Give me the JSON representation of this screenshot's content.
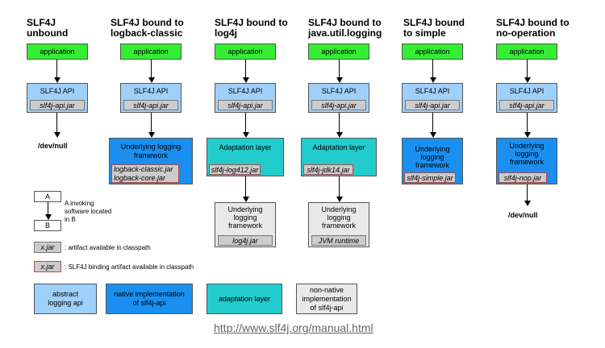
{
  "columns": [
    {
      "title1": "SLF4J",
      "title2": "unbound",
      "app": "application",
      "api": "SLF4J API",
      "api_jar": "slf4j-api.jar",
      "devnull": "/dev/null"
    },
    {
      "title1": "SLF4J bound to",
      "title2": "logback-classic",
      "app": "application",
      "api": "SLF4J API",
      "api_jar": "slf4j-api.jar",
      "impl1": "Underlying logging",
      "impl2": "framework",
      "impl_jar1": "logback-classic.jar",
      "impl_jar2": "logback-core.jar"
    },
    {
      "title1": "SLF4J bound to",
      "title2": "log4j",
      "app": "application",
      "api": "SLF4J API",
      "api_jar": "slf4j-api.jar",
      "adapt": "Adaptation layer",
      "adapt_jar": "slf4j-log412.jar",
      "under1": "Underlying",
      "under2": "logging",
      "under3": "framework",
      "under_jar": "log4j.jar"
    },
    {
      "title1": "SLF4J bound to",
      "title2": "java.util.logging",
      "app": "application",
      "api": "SLF4J API",
      "api_jar": "slf4j-api.jar",
      "adapt": "Adaptation layer",
      "adapt_jar": "slf4j-jdk14.jar",
      "under1": "Underlying",
      "under2": "logging",
      "under3": "framework",
      "under_jar": "JVM runtime"
    },
    {
      "title1": "SLF4J bound",
      "title2": "to simple",
      "app": "application",
      "api": "SLF4J API",
      "api_jar": "slf4j-api.jar",
      "impl1": "Underlying",
      "impl2": "logging",
      "impl3": "framework",
      "impl_jar": "slf4j-simple.jar"
    },
    {
      "title1": "SLF4J bound to",
      "title2": "no-operation",
      "app": "application",
      "api": "SLF4J API",
      "api_jar": "slf4j-api.jar",
      "impl1": "Underlying",
      "impl2": "logging",
      "impl3": "framework",
      "impl_jar": "slf4j-nop.jar",
      "devnull": "/dev/null"
    }
  ],
  "legend": {
    "a": "A",
    "b": "B",
    "invoke1": "A invoking",
    "invoke2": "software located",
    "invoke3": "in B",
    "xjar": "x.jar",
    "artifact": ": artifact available in classpath",
    "binding": ": SLF4J binding artifact available in classpath",
    "abstract1": "abstract",
    "abstract2": "logging api",
    "native1": "native implementation",
    "native2": "of slf4j-api",
    "adaptation": "adaptation layer",
    "nonnative1": "non-native",
    "nonnative2": "implementation",
    "nonnative3": "of slf4j-api"
  },
  "url": "http://www.slf4j.org/manual.html",
  "colors": {
    "application": "#33ee33",
    "abstract_api": "#9fd0fa",
    "native_impl": "#1a8ff0",
    "adaptation": "#22cccc",
    "non_native": "#e9e9e9",
    "jar": "#cccccc",
    "binding_border": "#b04848"
  }
}
